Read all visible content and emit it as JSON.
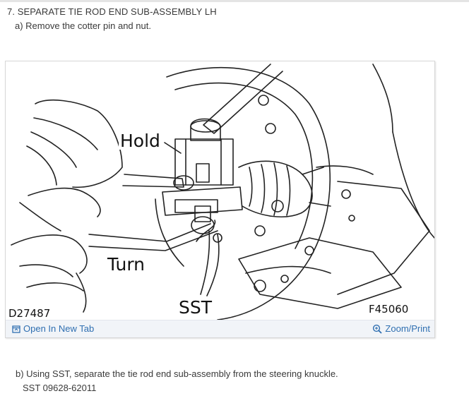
{
  "step": {
    "title": "7. SEPARATE TIE ROD END SUB-ASSEMBLY LH",
    "substep_a": "a) Remove the cotter pin and nut."
  },
  "figure": {
    "labels": {
      "hold": "Hold",
      "turn": "Turn",
      "sst": "SST",
      "left_code": "D27487",
      "right_code": "F45060"
    },
    "links": {
      "open_new_tab": "Open In New Tab",
      "zoom_print": "Zoom/Print"
    },
    "icons": {
      "open": "open-new-tab-icon",
      "zoom": "zoom-icon"
    },
    "colors": {
      "link": "#2f6fb1",
      "footer_bg": "#f1f4f8"
    }
  },
  "substep_b": {
    "text": "b) Using SST, separate the tie rod end sub-assembly from the steering knuckle.",
    "sst": "SST 09628-62011"
  }
}
